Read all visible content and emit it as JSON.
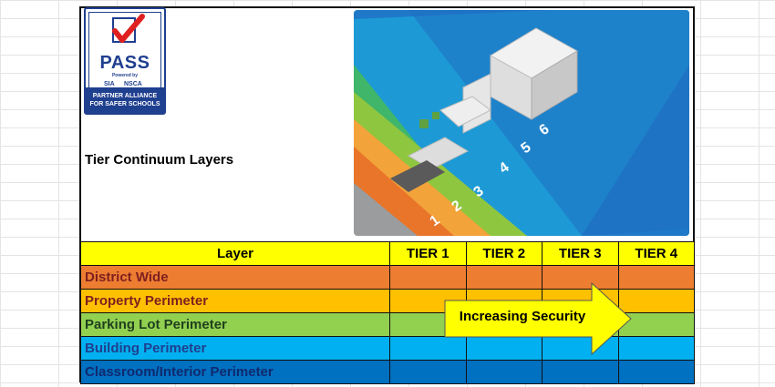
{
  "logo": {
    "word": "PASS",
    "powered_by": "Powered by",
    "orgs": "SIA NSCA",
    "band_line1": "PARTNER ALLIANCE",
    "band_line2": "FOR SAFER SCHOOLS"
  },
  "title": "Tier Continuum Layers",
  "illustration": {
    "layer_numbers": [
      "1",
      "2",
      "3",
      "4",
      "5",
      "6"
    ],
    "layer_colors": [
      "#e8752a",
      "#f2a33a",
      "#8fc63f",
      "#3fb66a",
      "#1d9ad6",
      "#1f78c8"
    ]
  },
  "table": {
    "headers": [
      "Layer",
      "TIER 1",
      "TIER 2",
      "TIER 3",
      "TIER 4"
    ],
    "rows": [
      {
        "label": "District Wide",
        "color": "#ed7d31",
        "text_color": "#7f1f1f"
      },
      {
        "label": "Property Perimeter",
        "color": "#ffc000",
        "text_color": "#7f1f1f"
      },
      {
        "label": "Parking Lot Perimeter",
        "color": "#92d050",
        "text_color": "#1f3f1f"
      },
      {
        "label": "Building Perimeter",
        "color": "#00b0f0",
        "text_color": "#1f3f8f"
      },
      {
        "label": "Classroom/Interior Perimeter",
        "color": "#0070c0",
        "text_color": "#0f2a6f"
      }
    ]
  },
  "arrow": {
    "label": "Increasing Security",
    "color": "#ffff00"
  }
}
